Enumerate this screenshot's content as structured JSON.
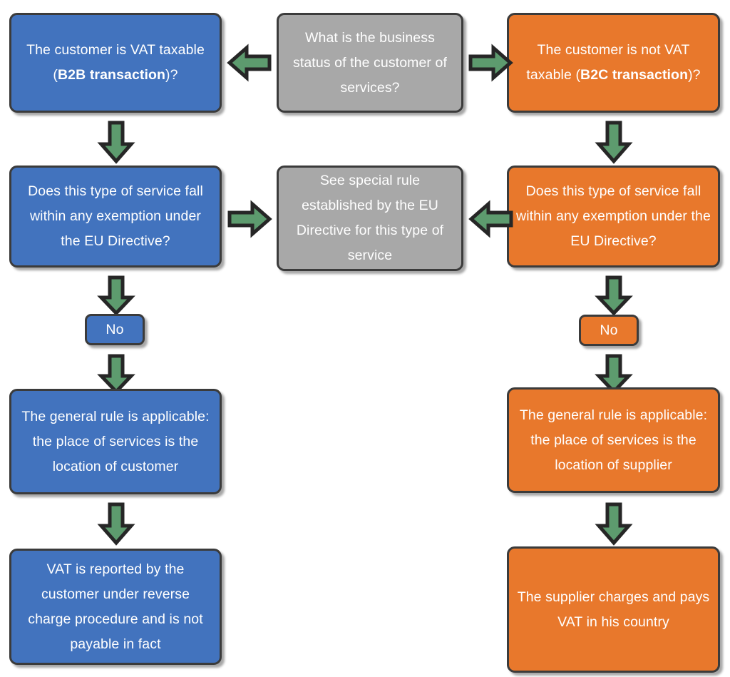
{
  "diagram": {
    "title": "EU VAT place-of-supply of services decision flowchart",
    "colors": {
      "blue": "#4273be",
      "orange": "#e8782c",
      "gray": "#a8a8a8",
      "arrow_green": "#5d9b6e",
      "outline": "#3b3b3b",
      "text": "#ffffff"
    },
    "nodes": {
      "business_status": {
        "label": "What is the business status of the customer of services?",
        "color": "gray"
      },
      "b2b_question": {
        "label_part1": "The customer is VAT taxable (",
        "label_bold": "B2B transaction",
        "label_part2": ")?",
        "color": "blue"
      },
      "b2c_question": {
        "label_part1": "The customer is not VAT taxable (",
        "label_bold": "B2C transaction",
        "label_part2": ")?",
        "color": "orange"
      },
      "b2b_exemption": {
        "label": "Does this type of service fall within any exemption under the EU Directive?",
        "color": "blue"
      },
      "b2c_exemption": {
        "label": "Does this type of service fall within any exemption under the EU Directive?",
        "color": "orange"
      },
      "special_rule": {
        "label": "See special rule established by the EU Directive for this type of service",
        "color": "gray"
      },
      "b2b_no": {
        "label": "No",
        "color": "blue"
      },
      "b2c_no": {
        "label": "No",
        "color": "orange"
      },
      "b2b_general_rule": {
        "label": "The general rule is applicable: the place of services is the location of customer",
        "color": "blue"
      },
      "b2c_general_rule": {
        "label": "The general rule is applicable: the place of services is the location of supplier",
        "color": "orange"
      },
      "b2b_outcome": {
        "label": "VAT is reported by the customer under reverse charge procedure and is not payable in fact",
        "color": "blue"
      },
      "b2c_outcome": {
        "label": "The supplier charges and pays VAT in his country",
        "color": "orange"
      }
    },
    "arrows": [
      {
        "name": "status-to-b2b",
        "direction": "left"
      },
      {
        "name": "status-to-b2c",
        "direction": "right"
      },
      {
        "name": "b2b-question-to-exemption",
        "direction": "down"
      },
      {
        "name": "b2c-question-to-exemption",
        "direction": "down"
      },
      {
        "name": "b2b-exemption-to-special-rule",
        "direction": "right"
      },
      {
        "name": "b2c-exemption-to-special-rule",
        "direction": "left"
      },
      {
        "name": "b2b-exemption-to-no",
        "direction": "down"
      },
      {
        "name": "b2c-exemption-to-no",
        "direction": "down"
      },
      {
        "name": "b2b-no-to-general-rule",
        "direction": "down"
      },
      {
        "name": "b2c-no-to-general-rule",
        "direction": "down"
      },
      {
        "name": "b2b-general-rule-to-outcome",
        "direction": "down"
      },
      {
        "name": "b2c-general-rule-to-outcome",
        "direction": "down"
      }
    ]
  }
}
